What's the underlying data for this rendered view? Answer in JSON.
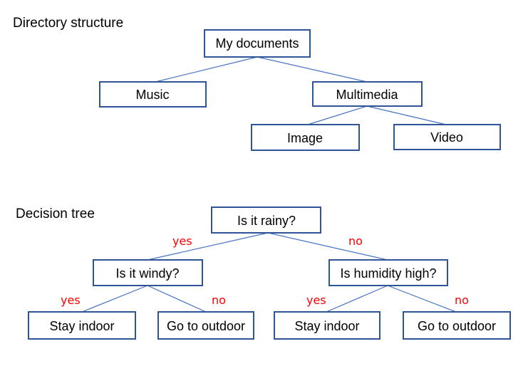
{
  "directory": {
    "title": "Directory structure",
    "nodes": {
      "root": "My documents",
      "music": "Music",
      "multimedia": "Multimedia",
      "image": "Image",
      "video": "Video"
    }
  },
  "decision": {
    "title": "Decision tree",
    "nodes": {
      "root": "Is it rainy?",
      "windy": "Is it windy?",
      "humidity": "Is humidity high?",
      "indoor_left": "Stay indoor",
      "outdoor_left": "Go to outdoor",
      "indoor_right": "Stay indoor",
      "outdoor_right": "Go to outdoor"
    },
    "edges": {
      "root_yes": "yes",
      "root_no": "no",
      "windy_yes": "yes",
      "windy_no": "no",
      "humidity_yes": "yes",
      "humidity_no": "no"
    }
  },
  "colors": {
    "node_border": "#2f5597",
    "edge_line": "#4472c4",
    "edge_label": "#ff0000"
  }
}
